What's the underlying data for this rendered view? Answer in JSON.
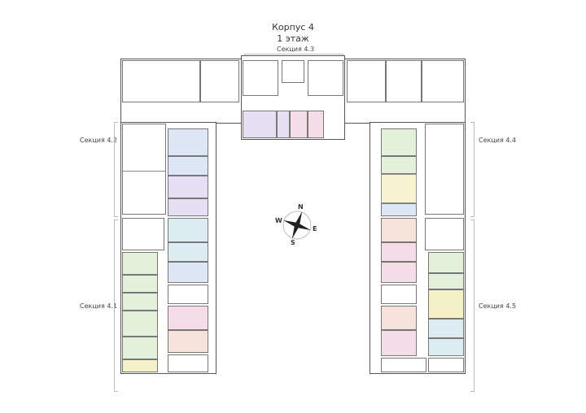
{
  "header": {
    "building": "Корпус 4",
    "floor": "1 этаж"
  },
  "sections": [
    {
      "id": "4.1",
      "label": "Секция 4.1"
    },
    {
      "id": "4.2",
      "label": "Секция 4.2"
    },
    {
      "id": "4.3",
      "label": "Секция 4.3"
    },
    {
      "id": "4.4",
      "label": "Секция 4.4"
    },
    {
      "id": "4.5",
      "label": "Секция 4.5"
    }
  ],
  "compass": {
    "n": "N",
    "s": "S",
    "e": "E",
    "w": "W"
  },
  "colors": {
    "blue": "#dde6f4",
    "lavender": "#e6dff3",
    "pink": "#f4dde6",
    "green": "#e2f0dc",
    "yellow": "#f6f0c8",
    "peach": "#f6e4dc",
    "cyan": "#dcecf2",
    "wall": "#555555"
  }
}
